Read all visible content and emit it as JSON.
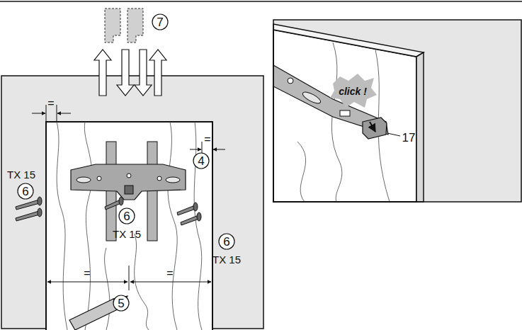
{
  "diagram": {
    "labels": [
      "=",
      "=",
      "7",
      "4",
      "TX 15",
      "6",
      "6",
      "TX 15",
      "6",
      "TX 15",
      "=",
      "=",
      "5",
      "click !",
      "17"
    ]
  }
}
